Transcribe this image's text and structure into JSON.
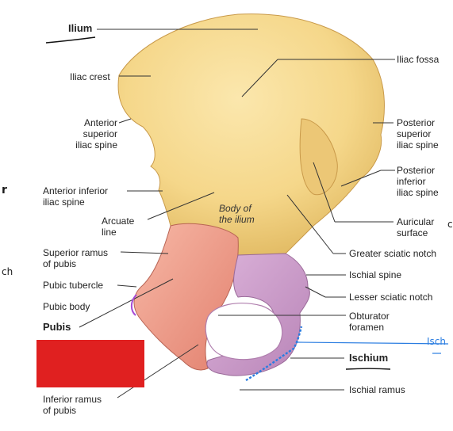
{
  "labels": {
    "ilium": "Ilium",
    "iliac_crest": "Iliac crest",
    "iliac_fossa": "Iliac fossa",
    "asis": "Anterior\nsuperior\niliac spine",
    "psis": "Posterior\nsuperior\niliac spine",
    "piis": "Posterior\ninferior\niliac spine",
    "aiis": "Anterior inferior\niliac spine",
    "body_ilium": "Body of\nthe ilium",
    "arcuate_line": "Arcuate\nline",
    "auricular_surface": "Auricular\nsurface",
    "superior_ramus": "Superior ramus\nof pubis",
    "greater_sciatic_notch": "Greater sciatic notch",
    "ischial_spine": "Ischial spine",
    "pubic_tubercle": "Pubic tubercle",
    "lesser_sciatic_notch": "Lesser sciatic notch",
    "pubic_body": "Pubic body",
    "obturator_foramen": "Obturator\nforamen",
    "pubis": "Pubis",
    "ischium": "Ischium",
    "ischial_ramus": "Ischial ramus",
    "inferior_ramus": "Inferior ramus\nof pubis"
  },
  "handwriting": {
    "left_r": "r",
    "left_ch": "ch",
    "right_isch": "Isch",
    "right_c": "c"
  },
  "colors": {
    "ilium": "#f5d78a",
    "pubis": "#f2a08f",
    "ischium": "#cf9fce",
    "leader": "#333333",
    "handwriting_blue": "#2a7de1",
    "handwriting_purple": "#a64bd6",
    "redaction": "#e02020"
  }
}
